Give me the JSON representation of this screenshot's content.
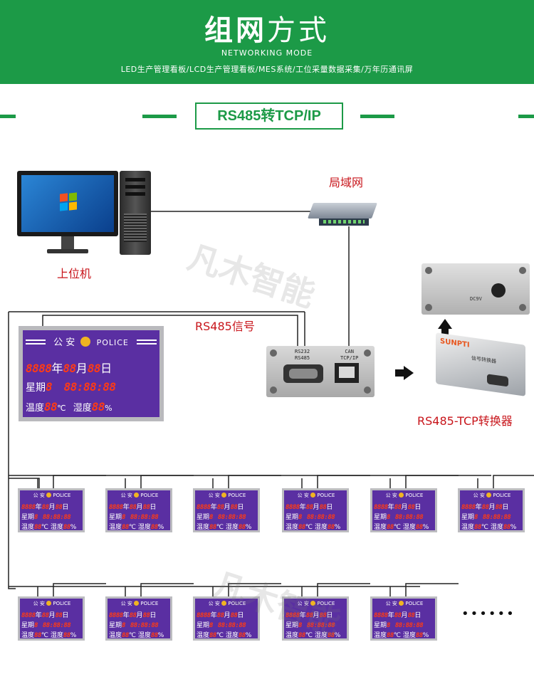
{
  "header": {
    "title_bold": "组网",
    "title_light": "方式",
    "subtitle": "NETWORKING MODE",
    "tagline": "LED生产管理看板/LCD生产管理看板/MES系统/工位采量数据采集/万年历通讯屏"
  },
  "section_title": "RS485转TCP/IP",
  "labels": {
    "host": "上位机",
    "lan": "局域网",
    "rs485_signal": "RS485信号",
    "converter": "RS485-TCP转换器",
    "more": "••••••"
  },
  "devices": {
    "port_left_1": "RS232",
    "port_left_2": "RS485",
    "port_right_1": "CAN",
    "port_right_2": "TCP/IP",
    "power_label": "DC9V",
    "brand": "SUNPTI",
    "converter_face_label": "信号转换器"
  },
  "panel": {
    "head_left": "公 安",
    "head_right": "POLICE",
    "seg_year": "8888",
    "unit_year": "年",
    "seg_month": "88",
    "unit_month": "月",
    "seg_day": "88",
    "unit_day": "日",
    "week_label": "星期",
    "seg_week": "8",
    "seg_time": "88:88:88",
    "temp_label": "温度",
    "seg_temp": "88",
    "unit_temp": "℃",
    "hum_label": "湿度",
    "seg_hum": "88",
    "unit_hum": "%"
  },
  "watermark": "凡木智能",
  "colors": {
    "brand_green": "#1c9a47",
    "label_red": "#c8151b",
    "panel_purple": "#5a2fa2",
    "segment_red": "#ff3b14"
  }
}
